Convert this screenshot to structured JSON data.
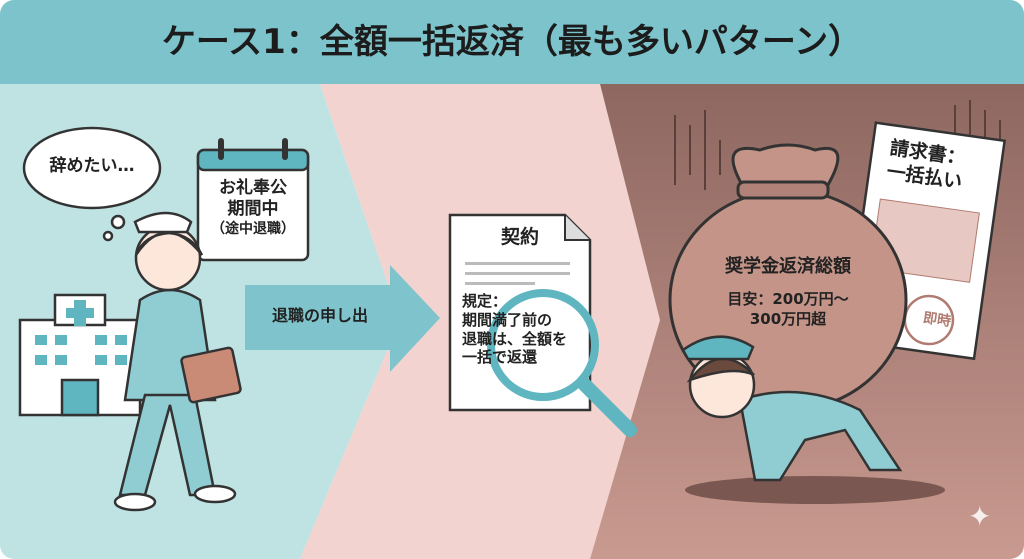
{
  "title": "ケース1：全額一括返済（最も多いパターン）",
  "panel1": {
    "thought": "辞めたい…",
    "calendar_lines": [
      "お礼奉公",
      "期間中",
      "（途中退職）"
    ]
  },
  "arrow_label": "退職の申し出",
  "panel2": {
    "contract_title": "契約",
    "rule_lines": [
      "規定：",
      "期間満了前の",
      "退職は、全額を",
      "一括で返還"
    ]
  },
  "panel3": {
    "bag_title": "奨学金返済総額",
    "bag_amount_lines": [
      "目安：200万円〜",
      "300万円超"
    ],
    "invoice_lines": [
      "請求書：",
      "一括払い"
    ],
    "stamp": "即時"
  },
  "colors": {
    "title_bar": "#7cc3cb",
    "panel1": "#bfe2e3",
    "panel2": "#f2d3cf",
    "panel3": "#a9786f",
    "accent": "#5fb5c0"
  }
}
